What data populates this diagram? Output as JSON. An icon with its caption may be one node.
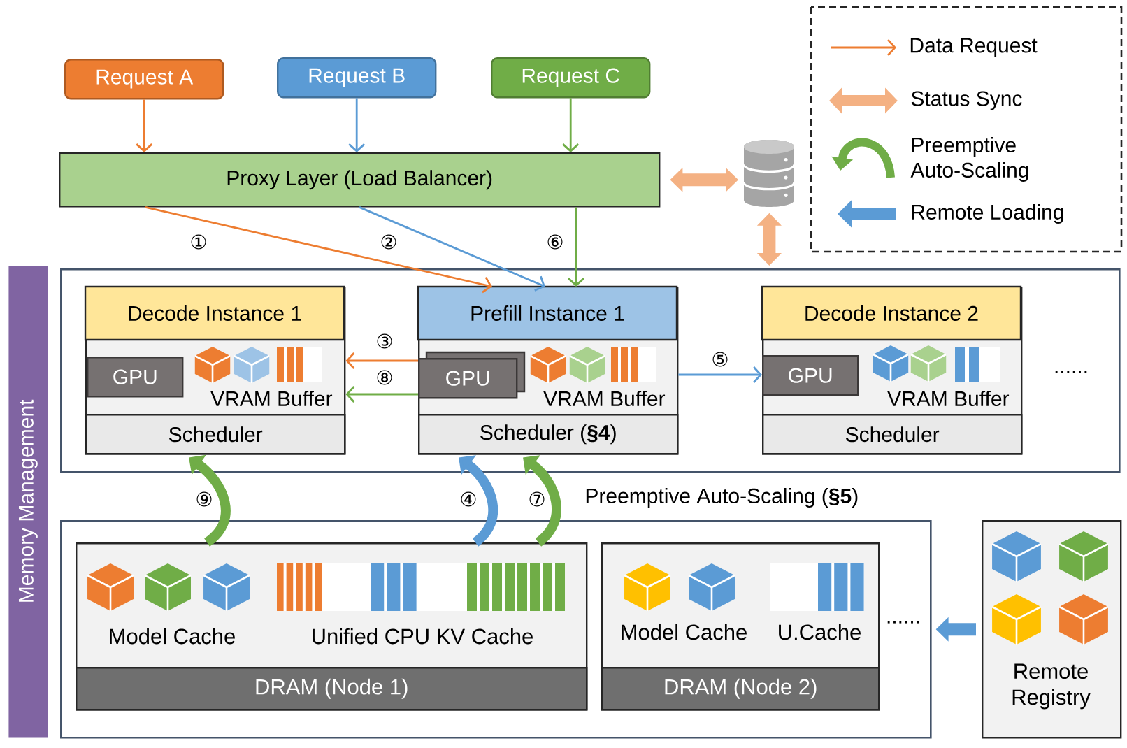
{
  "diagram": {
    "nodes": [
      {
        "text": [
          "Request A"
        ]
      },
      {
        "text": [
          "Request B"
        ]
      },
      {
        "text": [
          "Request C"
        ]
      },
      {
        "text": [
          "Proxy Layer (Load Balancer)"
        ]
      },
      {
        "text": [],
        "shape": "cylinder"
      },
      {
        "text": [
          "Memory Management"
        ]
      },
      {
        "text": [],
        "shape": "box"
      },
      {
        "text": [
          "Decode Instance 1",
          "VRAM Buffer"
        ],
        "in": 6
      },
      {
        "text": [
          "GPU"
        ],
        "in": 7
      },
      {
        "text": [
          "Scheduler"
        ],
        "in": 7
      },
      {
        "text": [
          "Prefill Instance 1",
          "VRAM Buffer"
        ],
        "in": 6
      },
      {
        "text": [
          "GPU"
        ],
        "in": 10
      },
      {
        "text": [
          "Scheduler (**§4**)"
        ],
        "in": 10
      },
      {
        "text": [
          "Decode Instance 2",
          "VRAM Buffer"
        ],
        "in": 6
      },
      {
        "text": [
          "GPU"
        ],
        "in": 13
      },
      {
        "text": [
          "Scheduler"
        ],
        "in": 13
      },
      {
        "text": [],
        "shape": "box"
      },
      {
        "text": [
          "Model Cache",
          "Unified CPU KV Cache"
        ],
        "in": 16
      },
      {
        "text": [
          "DRAM (Node 1)"
        ],
        "in": 17
      },
      {
        "text": [
          "Model Cache",
          "U.Cache"
        ],
        "in": 16
      },
      {
        "text": [
          "DRAM (Node 2)"
        ],
        "in": 19
      },
      {
        "text": [
          "Remote Registry"
        ]
      }
    ],
    "edges": [
      {
        "from": 0,
        "to": 3,
        "arrow": "to",
        "color": "#ed7d31"
      },
      {
        "from": 1,
        "to": 3,
        "arrow": "to",
        "color": "#5b9bd5"
      },
      {
        "from": 2,
        "to": 3,
        "arrow": "to",
        "color": "#70ad47"
      },
      {
        "from": 3,
        "to": 10,
        "arrow": "to",
        "label": "①",
        "color": "#ed7d31"
      },
      {
        "from": 3,
        "to": 10,
        "arrow": "to",
        "label": "②",
        "color": "#5b9bd5"
      },
      {
        "from": 3,
        "to": 10,
        "arrow": "to",
        "label": "⑥",
        "color": "#70ad47"
      },
      {
        "from": 10,
        "to": 7,
        "arrow": "to",
        "label": "③",
        "color": "#ed7d31"
      },
      {
        "from": 10,
        "to": 7,
        "arrow": "to",
        "label": "⑧",
        "color": "#70ad47"
      },
      {
        "from": 10,
        "to": 13,
        "arrow": "to",
        "label": "⑤",
        "color": "#5b9bd5"
      },
      {
        "from": 3,
        "to": 4,
        "arrow": "both",
        "style": "thick",
        "color": "#f4b183"
      },
      {
        "from": 4,
        "to": 6,
        "arrow": "both",
        "style": "thick",
        "color": "#f4b183"
      },
      {
        "from": 17,
        "to": 9,
        "arrow": "to",
        "label": "⑨",
        "style": "thick",
        "color": "#70ad47"
      },
      {
        "from": 17,
        "to": 12,
        "arrow": "to",
        "label": "④",
        "style": "thick",
        "color": "#5b9bd5"
      },
      {
        "from": 17,
        "to": 12,
        "arrow": "to",
        "label": "⑦",
        "style": "thick",
        "color": "#70ad47"
      },
      {
        "from": 21,
        "to": 16,
        "arrow": "to",
        "style": "thick",
        "color": "#5b9bd5"
      }
    ],
    "labels": [
      "......",
      "Preemptive Auto-Scaling (**§5**)",
      "......"
    ],
    "legend": [
      {
        "text": "Data Request"
      },
      {
        "text": "Status Sync"
      },
      {
        "text": "Preemptive Auto-Scaling"
      },
      {
        "text": "Remote Loading"
      }
    ]
  }
}
